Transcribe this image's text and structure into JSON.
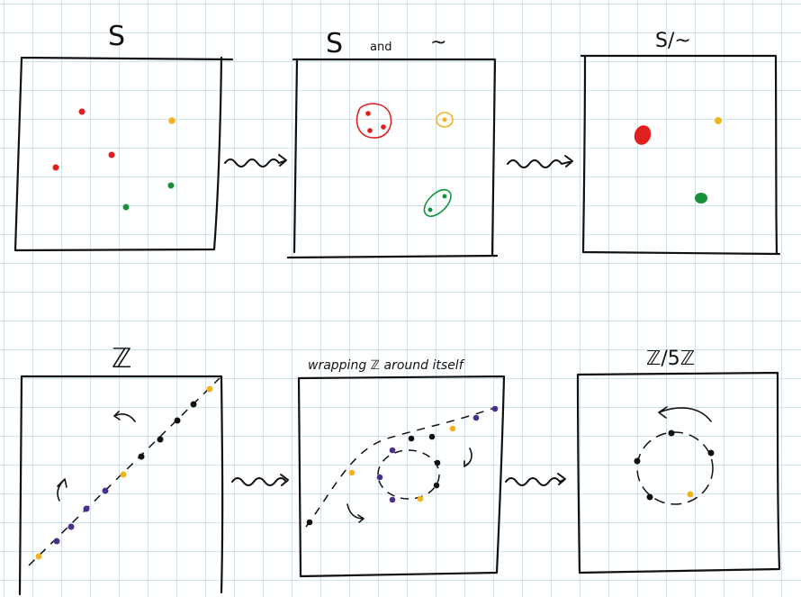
{
  "colors": {
    "ink": "#111111",
    "red": "#e0201f",
    "yellow": "#f2b320",
    "green": "#15923a",
    "purple": "#4b2f8f",
    "grid": "#cfe3ef"
  },
  "titles": {
    "s_title": "S",
    "s_and_title_s": "S",
    "s_and_title_and": "and",
    "s_and_title_tilde": "~",
    "quotient_title": "S/~",
    "z_title": "ℤ",
    "wrapping_title": "wrapping ℤ around itself",
    "zmod_title": "ℤ/5ℤ"
  },
  "panels": {
    "set_points": [
      {
        "color": "red"
      },
      {
        "color": "red"
      },
      {
        "color": "red"
      },
      {
        "color": "yellow"
      },
      {
        "color": "green"
      },
      {
        "color": "green"
      }
    ],
    "classes": [
      {
        "color": "red",
        "members": 3
      },
      {
        "color": "yellow",
        "members": 1
      },
      {
        "color": "green",
        "members": 2
      }
    ],
    "cycle_points": [
      {
        "color": "black"
      },
      {
        "color": "black"
      },
      {
        "color": "black"
      },
      {
        "color": "yellow"
      },
      {
        "color": "black"
      }
    ]
  },
  "arrows": [
    "squiggle-arrow-top-1",
    "squiggle-arrow-top-2",
    "squiggle-arrow-bottom-1",
    "squiggle-arrow-bottom-2"
  ]
}
